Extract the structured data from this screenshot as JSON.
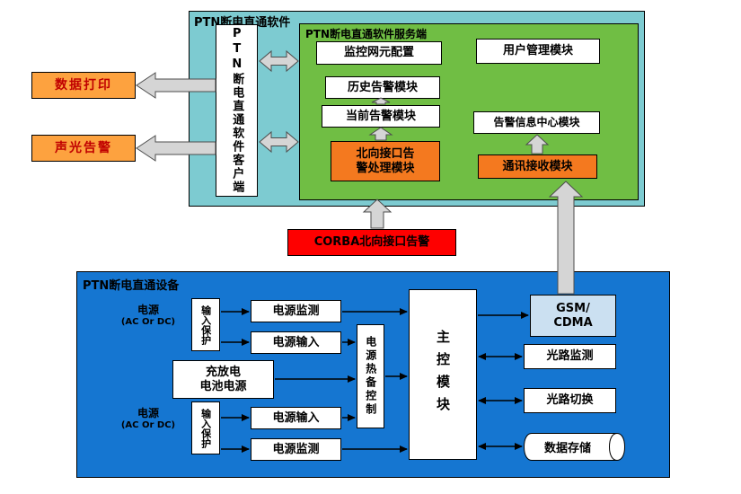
{
  "software": {
    "title": "PTN断电直通软件",
    "client": "PTN断电直通软件客户端",
    "server": {
      "title": "PTN断电直通软件服务端",
      "monitor_config": "监控网元配置",
      "user_mgmt": "用户管理模块",
      "history_alarm": "历史告警模块",
      "current_alarm": "当前告警模块",
      "alarm_info_center": "告警信息中心模块",
      "northbound_alarm": "北向接口告\n警处理模块",
      "comm_receive": "通讯接收模块"
    }
  },
  "peripherals": {
    "data_print": "数据打印",
    "sound_light_alarm": "声光告警"
  },
  "corba_label": "CORBA北向接口告警",
  "device": {
    "title": "PTN断电直通设备",
    "power_top": "电源",
    "power_top_type": "(AC Or  DC)",
    "input_protect_top": "输入保护",
    "power_monitor_top": "电源监测",
    "power_input_top": "电源输入",
    "battery": "充放电\n电池电源",
    "power_bottom": "电源",
    "power_bottom_type": "(AC Or  DC)",
    "input_protect_bottom": "输入保护",
    "power_input_bottom": "电源输入",
    "power_monitor_bottom": "电源监测",
    "hot_backup": "电源热备控制",
    "main_control": "主控模块",
    "gsm": "GSM/\nCDMA",
    "optical_monitor": "光路监测",
    "optical_switch": "光路切换",
    "data_storage": "数据存储"
  },
  "colors": {
    "software_bg": "#7DCBD1",
    "server_bg": "#70BE44",
    "device_bg": "#1576D1",
    "module_orange": "#F4791F",
    "peripheral_orange": "#FDA23F",
    "peripheral_text": "#C00000",
    "corba_bg": "#FE0000",
    "gsm_bg": "#CBE0F1",
    "arrow_fill": "#D5D5D5"
  }
}
